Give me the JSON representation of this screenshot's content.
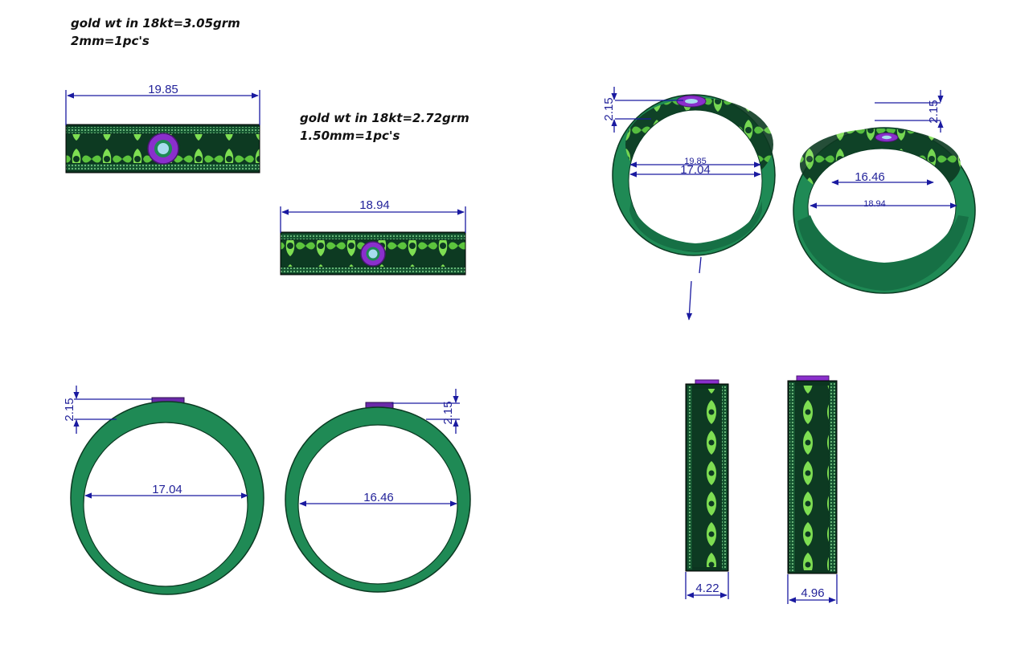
{
  "notes": {
    "ring1_weight": "gold wt in 18kt=3.05grm",
    "ring1_stone": "2mm=1pc's",
    "ring2_weight": "gold wt in 18kt=2.72grm",
    "ring2_stone": "1.50mm=1pc's"
  },
  "dimensions": {
    "ring1_length": "19.85",
    "ring2_length": "18.94",
    "ring1_diameter": "17.04",
    "ring2_diameter": "16.46",
    "ring1_height": "2.15",
    "ring2_height": "2.15",
    "ring1_width": "4.22",
    "ring2_width": "4.96",
    "persp_ring1_outer": "19.85",
    "persp_ring1_inner": "17.04",
    "persp_ring2_inner": "16.46",
    "persp_ring2_outer": "18.94"
  },
  "colors": {
    "metal": "#1f8a55",
    "metal_dark": "#0f4f30",
    "filigree": "#7ede52",
    "stone_bezel": "#8a2fcc",
    "stone": "#a8dcef",
    "dimension": "#1a1aa0"
  }
}
